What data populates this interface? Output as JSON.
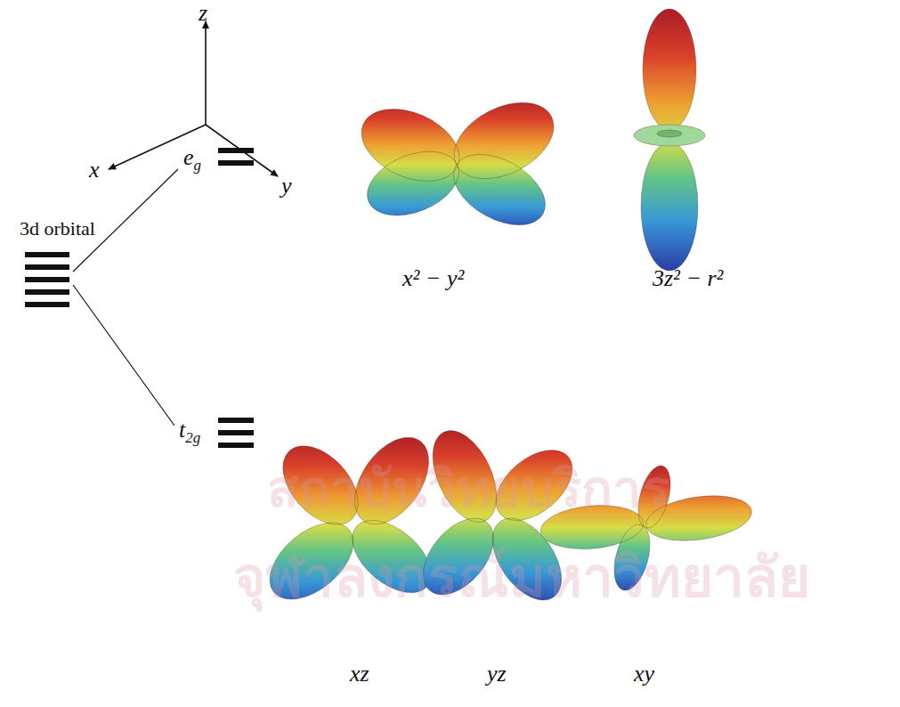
{
  "diagram": {
    "labels": [
      "z",
      "x",
      "y",
      "3d orbital",
      "eg",
      "t2g",
      "x² − y²",
      "3z² − r²",
      "xz",
      "yz",
      "xy",
      "สถาบันวิทยบริการ",
      "จุฬาลงกรณ์มหาวิทยาลัย"
    ]
  }
}
